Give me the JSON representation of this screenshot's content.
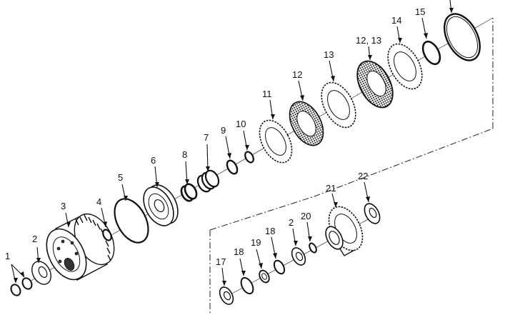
{
  "diagram": {
    "title": "",
    "callouts": [
      {
        "id": "c1",
        "label": "1"
      },
      {
        "id": "c2a",
        "label": "2"
      },
      {
        "id": "c3",
        "label": "3"
      },
      {
        "id": "c4",
        "label": "4"
      },
      {
        "id": "c5",
        "label": "5"
      },
      {
        "id": "c6",
        "label": "6"
      },
      {
        "id": "c7",
        "label": "7"
      },
      {
        "id": "c8",
        "label": "8"
      },
      {
        "id": "c9",
        "label": "9"
      },
      {
        "id": "c10",
        "label": "10"
      },
      {
        "id": "c11",
        "label": "11"
      },
      {
        "id": "c12a",
        "label": "12"
      },
      {
        "id": "c13a",
        "label": "13"
      },
      {
        "id": "c12b",
        "label": "12, 13"
      },
      {
        "id": "c14",
        "label": "14"
      },
      {
        "id": "c15",
        "label": "15"
      },
      {
        "id": "c17",
        "label": "17"
      },
      {
        "id": "c18a",
        "label": "18"
      },
      {
        "id": "c19",
        "label": "19"
      },
      {
        "id": "c18b",
        "label": "18"
      },
      {
        "id": "c2b",
        "label": "2"
      },
      {
        "id": "c20",
        "label": "20"
      },
      {
        "id": "c21",
        "label": "21"
      },
      {
        "id": "c22",
        "label": "22"
      }
    ]
  }
}
